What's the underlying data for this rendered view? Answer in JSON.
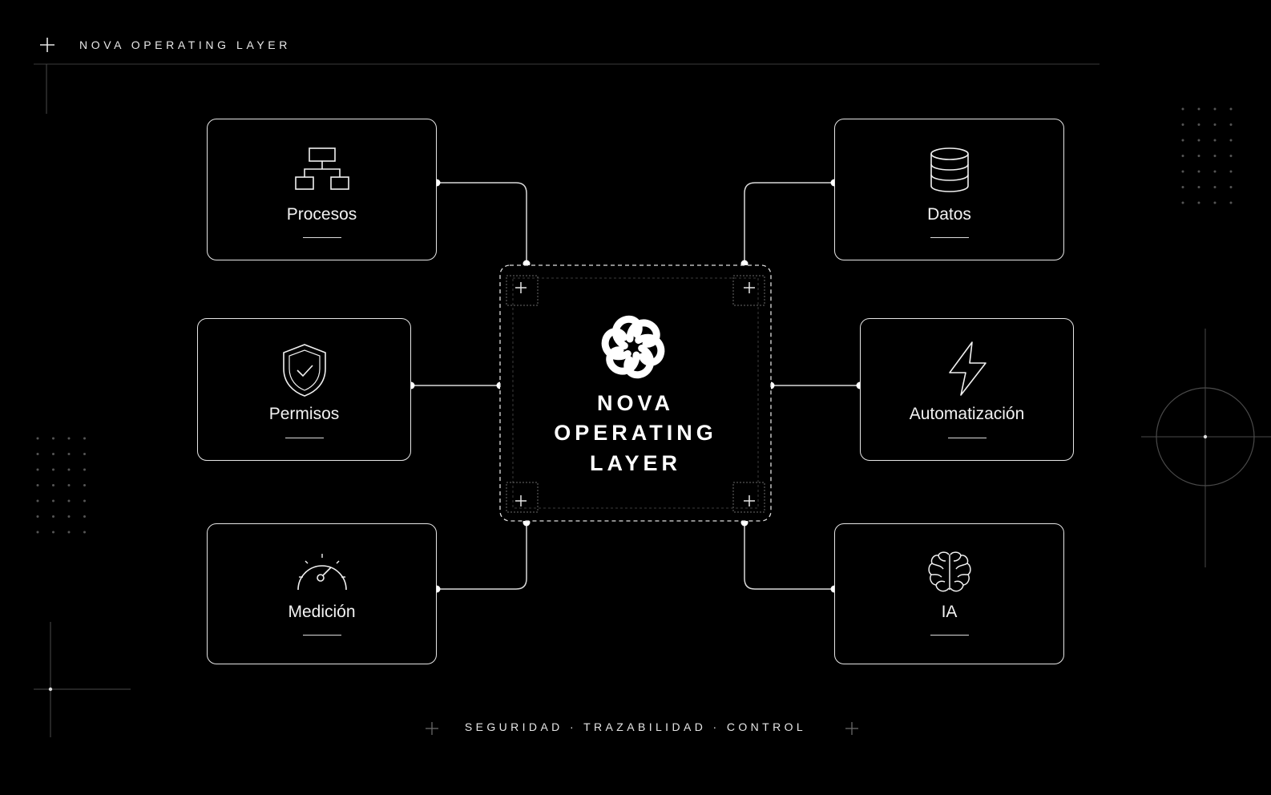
{
  "header": {
    "title": "NOVA OPERATING LAYER"
  },
  "hub": {
    "title_line1": "NOVA",
    "title_line2": "OPERATING",
    "title_line3": "LAYER",
    "logo_icon": "nova-knot-logo"
  },
  "modules": {
    "procesos": {
      "label": "Procesos",
      "icon": "org-chart-icon"
    },
    "permisos": {
      "label": "Permisos",
      "icon": "shield-check-icon"
    },
    "medicion": {
      "label": "Medición",
      "icon": "gauge-icon"
    },
    "datos": {
      "label": "Datos",
      "icon": "database-icon"
    },
    "automatizacion": {
      "label": "Automatización",
      "icon": "lightning-icon"
    },
    "ia": {
      "label": "IA",
      "icon": "brain-icon"
    }
  },
  "footer": {
    "tagline": "SEGURIDAD · TRAZABILIDAD · CONTROL"
  },
  "colors": {
    "background": "#000000",
    "line": "#e6e6e6",
    "text": "#f2f2f2"
  }
}
